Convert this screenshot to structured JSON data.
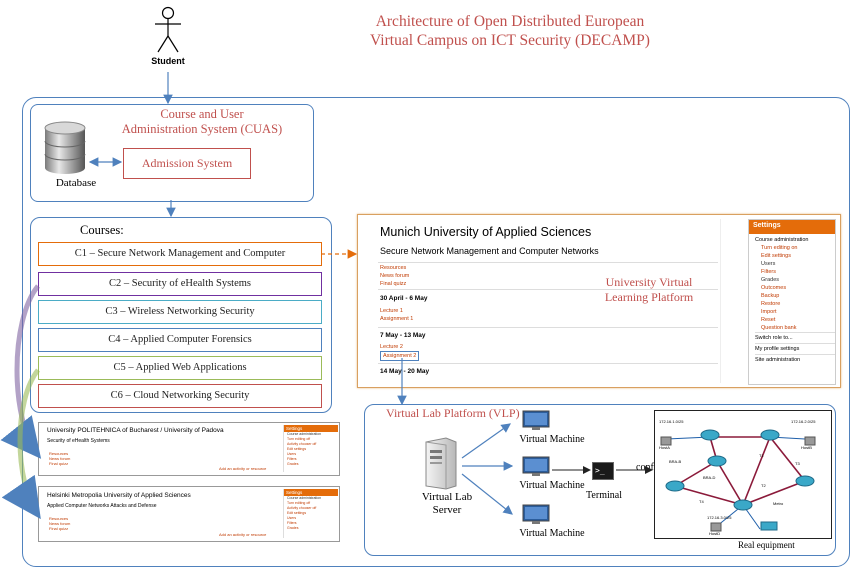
{
  "title_line1": "Architecture of Open Distributed European",
  "title_line2": "Virtual Campus on ICT Security (DECAMP)",
  "student_label": "Student",
  "cuas": {
    "title_line1": "Course and User",
    "title_line2": "Administration System (CUAS)",
    "database_label": "Database",
    "admission_label": "Admission System"
  },
  "courses": {
    "title": "Courses:",
    "items": [
      {
        "label": "C1 – Secure Network Management and Computer",
        "color": "#e46c0a"
      },
      {
        "label": "C2 – Security of eHealth Systems",
        "color": "#7030a0"
      },
      {
        "label": "C3 – Wireless Networking Security",
        "color": "#4bacc6"
      },
      {
        "label": "C4 – Applied Computer Forensics",
        "color": "#4f81bd"
      },
      {
        "label": "C5 – Applied Web Applications",
        "color": "#9bbb59"
      },
      {
        "label": "C6 – Cloud Networking Security",
        "color": "#c0504d"
      }
    ]
  },
  "uvlp": {
    "university": "Munich University of Applied Sciences",
    "course": "Secure Network Management and Computer Networks",
    "platform_label_line1": "University Virtual",
    "platform_label_line2": "Learning Platform",
    "links": [
      "Resources",
      "News forum",
      "Final quizz"
    ],
    "weeks": [
      {
        "label": "30 April - 6 May",
        "items": [
          "Lecture 1",
          "Assignment 1"
        ]
      },
      {
        "label": "7 May - 13 May",
        "items": [
          "Lecture 2",
          "Assignment 2"
        ]
      },
      {
        "label": "14 May - 20 May",
        "items": []
      }
    ],
    "settings": {
      "header": "Settings",
      "section": "Course administration",
      "items": [
        "Turn editing on",
        "Edit settings",
        "Users",
        "Filters",
        "Grades",
        "Outcomes",
        "Backup",
        "Restore",
        "Import",
        "Reset",
        "Question bank"
      ],
      "footer": [
        "Switch role to...",
        "My profile settings",
        "Site administration"
      ]
    }
  },
  "mini1": {
    "university": "University POLITEHNICA of Bucharest / University of Padova",
    "course": "Security of eHealth Systems",
    "links": [
      "Resources",
      "News forum",
      "Final quizz"
    ],
    "settings": "Settings",
    "side": [
      "Course administration",
      "Turn editing off",
      "Activity chooser off",
      "Edit settings",
      "Users",
      "Filters",
      "Grades"
    ],
    "add": "Add an activity or resource"
  },
  "mini2": {
    "university": "Helsinki Metropolia University of Applied Sciences",
    "course": "Applied Computer Networks Attacks and Defense",
    "links": [
      "Resources",
      "News forum",
      "Final quizz"
    ],
    "settings": "Settings",
    "side": [
      "Course administration",
      "Turn editing off",
      "Activity chooser off",
      "Edit settings",
      "Users",
      "Filters",
      "Grades"
    ],
    "add": "Add an activity or resource"
  },
  "vlp": {
    "title": "Virtual Lab Platform (VLP)",
    "server_line1": "Virtual Lab",
    "server_line2": "Server",
    "vms": [
      "Virtual Machine",
      "Virtual Machine",
      "Virtual Machine"
    ],
    "terminal": "Terminal",
    "config": "config",
    "real": "Real equipment",
    "hosts": [
      "HostA",
      "HostB",
      "HostD"
    ],
    "ips": [
      "172.16.1.0/25",
      "172.16.2.0/25",
      "172.16.3.0/25"
    ],
    "links": [
      "BRA-B",
      "BRA-D",
      "T1",
      "T2",
      "T3",
      "T4"
    ],
    "routers": [
      "Metro"
    ]
  }
}
